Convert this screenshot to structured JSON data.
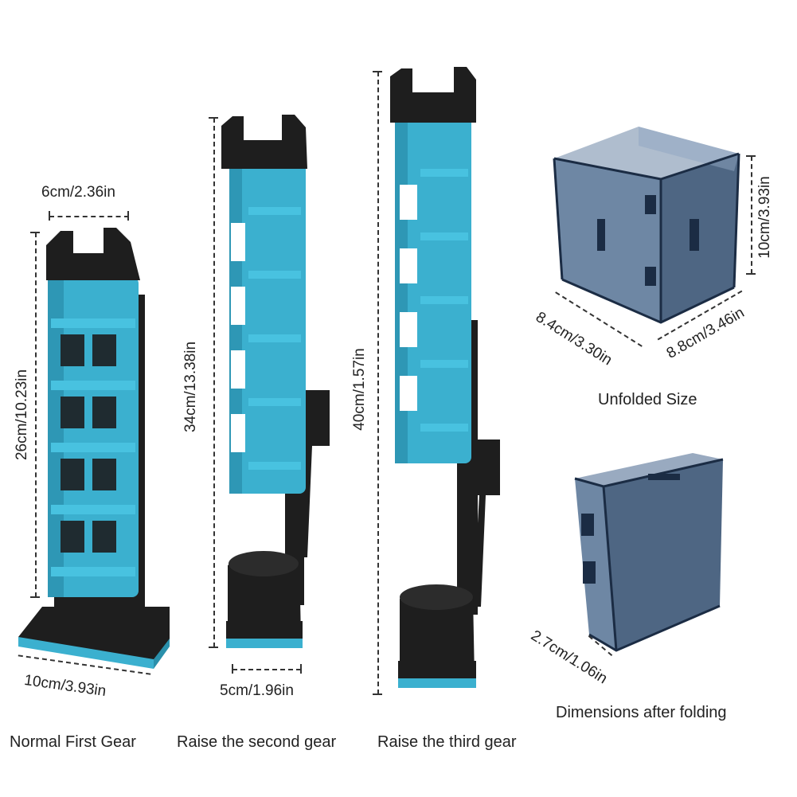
{
  "gear1": {
    "caption": "Normal First Gear",
    "top_width": "6cm/2.36in",
    "height": "26cm/10.23in",
    "base_width": "10cm/3.93in"
  },
  "gear2": {
    "caption": "Raise the second gear",
    "height": "34cm/13.38in",
    "base_width": "5cm/1.96in"
  },
  "gear3": {
    "caption": "Raise the third gear",
    "height": "40cm/1.57in"
  },
  "box_unfolded": {
    "caption": "Unfolded Size",
    "height": "10cm/3.93in",
    "depth": "8.4cm/3.30in",
    "width": "8.8cm/3.46in"
  },
  "box_folded": {
    "caption": "Dimensions after folding",
    "thickness": "2.7cm/1.06in"
  },
  "colors": {
    "holder_blue": "#3bb0cf",
    "holder_black": "#1e1e1e",
    "box_tint": "#3e5f86"
  }
}
